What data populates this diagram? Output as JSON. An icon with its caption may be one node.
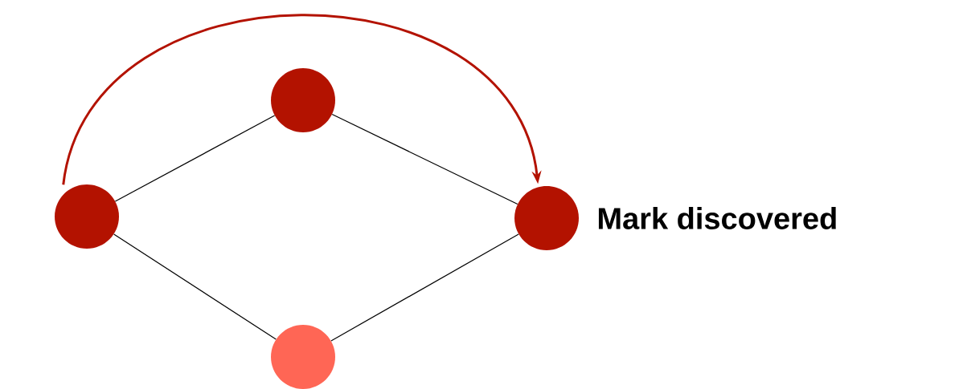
{
  "diagram": {
    "nodes": [
      {
        "text": [],
        "shape": "circle"
      },
      {
        "text": [],
        "shape": "circle"
      },
      {
        "text": [],
        "shape": "circle",
        "beside": [
          "Mark discovered"
        ]
      },
      {
        "text": [],
        "shape": "circle"
      }
    ],
    "edges": [
      {
        "from": 0,
        "to": 1,
        "arrow": "none"
      },
      {
        "from": 1,
        "to": 2,
        "arrow": "none"
      },
      {
        "from": 0,
        "to": 3,
        "arrow": "none"
      },
      {
        "from": 3,
        "to": 2,
        "arrow": "none"
      },
      {
        "from": 0,
        "to": 2,
        "arrow": "to",
        "style": "thick",
        "color": "#b31200"
      }
    ]
  }
}
